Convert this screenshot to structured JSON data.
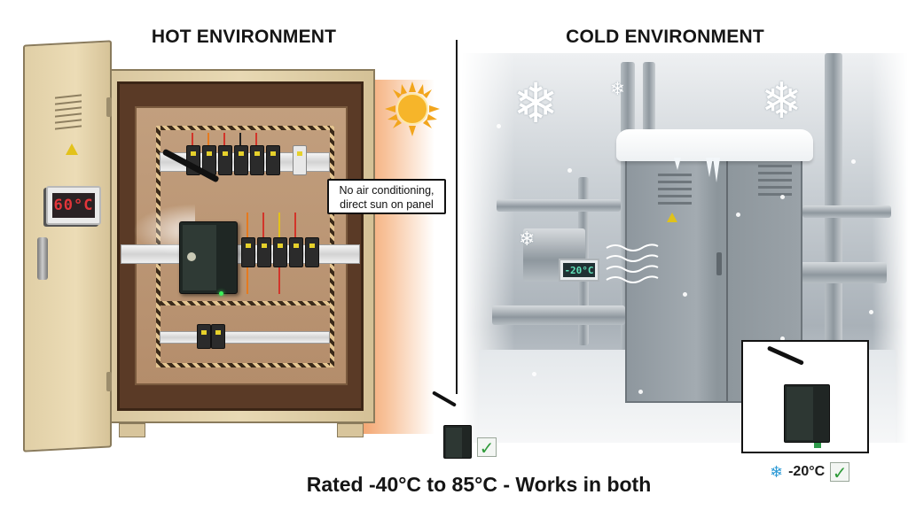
{
  "hot": {
    "title": "HOT ENVIRONMENT",
    "display_temp": "60°C",
    "display_color": "#e3353a",
    "callout": [
      "No air conditioning,",
      "direct sun on panel"
    ],
    "icons": [
      "sun-icon",
      "warning-icon",
      "antenna-icon"
    ]
  },
  "cold": {
    "title": "COLD ENVIRONMENT",
    "display_temp": "-20°C",
    "display_color": "#5fe0b9",
    "inset_label": "-20°C",
    "snowflake_glyph": "❄",
    "icons": [
      "snowflake-icon",
      "warning-icon",
      "wind-icon"
    ]
  },
  "checkmark": "✓",
  "footer": "Rated -40°C to 85°C - Works in both",
  "colors": {
    "heat_glow": "#f08b4a",
    "cabinet_beige": "#e8d9b4",
    "snow_gray": "#a9b1b8",
    "check_green": "#2f9b3a",
    "snowflake_blue": "#2c9ad6"
  }
}
